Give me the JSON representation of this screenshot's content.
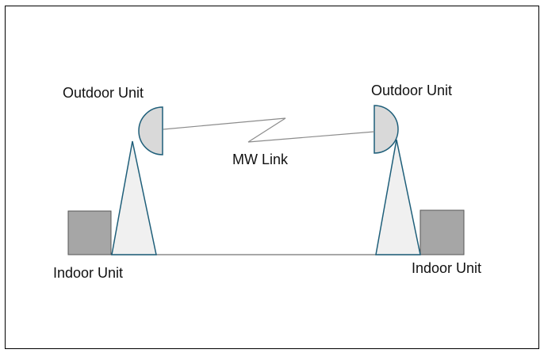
{
  "labels": {
    "outdoor_left": "Outdoor Unit",
    "outdoor_right": "Outdoor Unit",
    "link": "MW Link",
    "indoor_left": "Indoor Unit",
    "indoor_right": "Indoor Unit"
  },
  "colors": {
    "tower_fill": "#f0f0f0",
    "tower_stroke": "#1f5f7a",
    "indoor_fill": "#a6a6a6",
    "indoor_stroke": "#555555",
    "antenna_fill": "#d9d9d9",
    "link_line": "#8c8c8c",
    "ground_line": "#8c8c8c"
  }
}
